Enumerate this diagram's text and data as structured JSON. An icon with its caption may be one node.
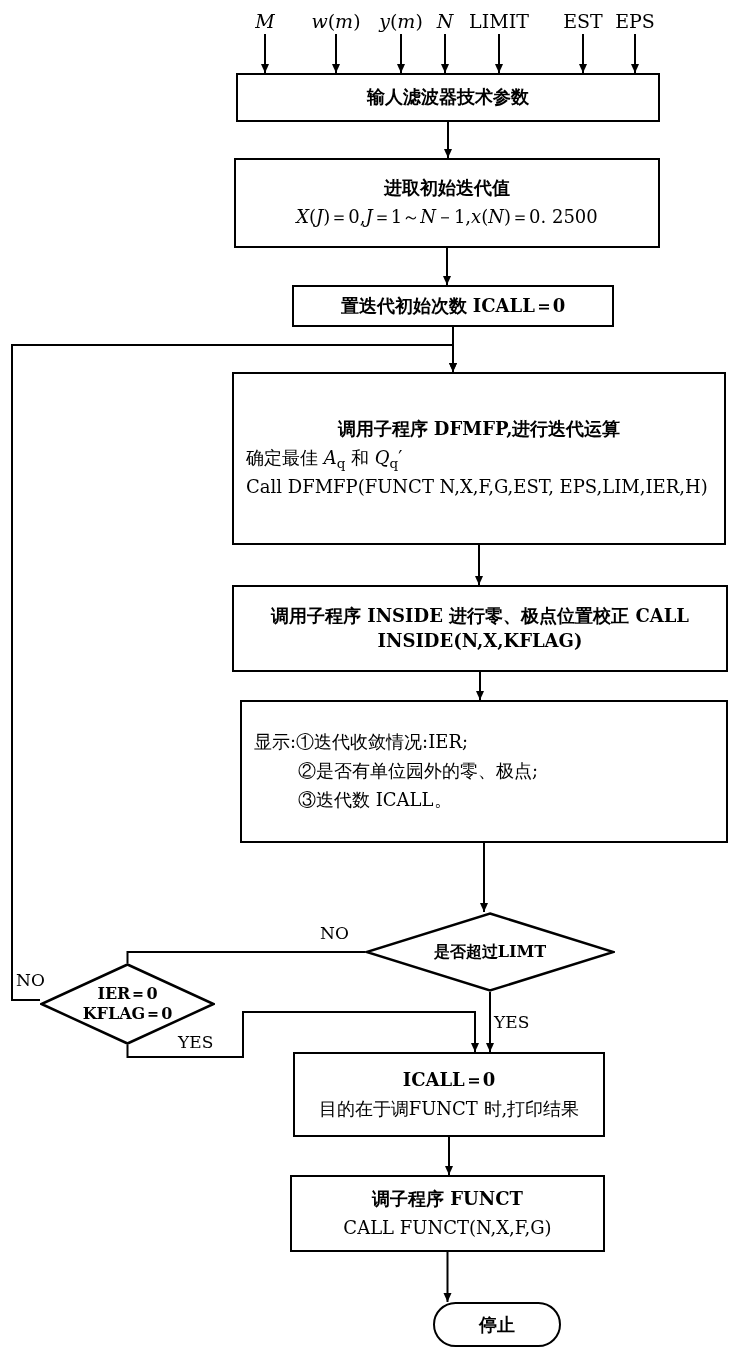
{
  "diagram": {
    "nodes": [
      {
        "text": [
          "*M*"
        ]
      },
      {
        "text": [
          "*w*(*m*)"
        ]
      },
      {
        "text": [
          "*y*(*m*)"
        ]
      },
      {
        "text": [
          "*N*"
        ]
      },
      {
        "text": [
          "LIMIT"
        ]
      },
      {
        "text": [
          "EST"
        ]
      },
      {
        "text": [
          "EPS"
        ]
      },
      {
        "text": [
          "输人滤波器技术参数"
        ]
      },
      {
        "text": [
          "进取初始迭代值",
          "*X*(*J*)＝0,*J*＝1～*N*－1,*x*(*N*)＝0. 2500"
        ]
      },
      {
        "text": [
          "置迭代初始次数 ICALL＝0"
        ]
      },
      {
        "text": [
          "调用子程序 DFMFP,进行迭代运算",
          "确定最佳 *A*$_{q}$ 和 *Q*$_{q}$′",
          "Call DFMFP(FUNCT N,X,F,G,EST, EPS,LIM,IER,H)"
        ]
      },
      {
        "text": [
          "调用子程序 INSIDE 进行零、极点位置校正 CALL INSIDE(N,X,KFLAG)"
        ]
      },
      {
        "text": [
          "显示:①迭代收敛情况:IER;",
          "②是否有单位园外的零、极点;",
          "③迭代数 ICALL。"
        ]
      },
      {
        "text": [
          "是否超过LIMT"
        ]
      },
      {
        "text": [
          "IER＝0",
          "KFLAG＝0"
        ]
      },
      {
        "text": [
          "ICALL＝0",
          "目的在于调FUNCT 时,打印结果"
        ]
      },
      {
        "text": [
          "调子程序 FUNCT",
          "CALL FUNCT(N,X,F,G)"
        ]
      },
      {
        "text": [
          "停止"
        ]
      }
    ],
    "edges": [
      {
        "from": 0,
        "to": 7,
        "arrow": "to"
      },
      {
        "from": 1,
        "to": 7,
        "arrow": "to"
      },
      {
        "from": 2,
        "to": 7,
        "arrow": "to"
      },
      {
        "from": 3,
        "to": 7,
        "arrow": "to"
      },
      {
        "from": 4,
        "to": 7,
        "arrow": "to"
      },
      {
        "from": 5,
        "to": 7,
        "arrow": "to"
      },
      {
        "from": 6,
        "to": 7,
        "arrow": "to"
      },
      {
        "from": 7,
        "to": 8,
        "arrow": "to"
      },
      {
        "from": 8,
        "to": 9,
        "arrow": "to"
      },
      {
        "from": 9,
        "to": 10,
        "arrow": "to"
      },
      {
        "from": 10,
        "to": 11,
        "arrow": "to"
      },
      {
        "from": 11,
        "to": 12,
        "arrow": "to"
      },
      {
        "from": 12,
        "to": 13,
        "arrow": "to"
      },
      {
        "from": 13,
        "to": 14,
        "arrow": "none",
        "label": "NO"
      },
      {
        "from": 14,
        "to": 10,
        "arrow": "to",
        "label": "NO"
      },
      {
        "from": 13,
        "to": 15,
        "arrow": "to",
        "label": "YES"
      },
      {
        "from": 14,
        "to": 15,
        "arrow": "to",
        "label": "YES"
      },
      {
        "from": 15,
        "to": 16,
        "arrow": "to"
      },
      {
        "from": 16,
        "to": 17,
        "arrow": "to"
      }
    ]
  }
}
